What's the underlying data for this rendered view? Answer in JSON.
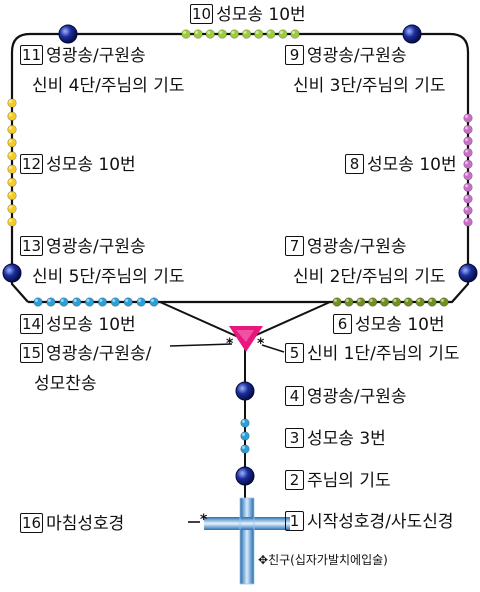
{
  "colors": {
    "frame": "#111111",
    "large_bead": "#1a237e",
    "decade_top": "#9ccc3c",
    "decade_right": "#c86fc8",
    "decade_bottom_right": "#6f8f1f",
    "decade_bottom_left": "#2c9fd9",
    "decade_left": "#f3cc2a",
    "stem_beads": "#2c9fd9",
    "triangle": "#e8177d",
    "cross": "#3d88c9"
  },
  "icons": {
    "medal": "triangle-medal-icon",
    "cross": "crucifix-icon",
    "plus": "plus-cross-icon"
  },
  "steps": [
    {
      "n": "1",
      "lines": [
        "시작성호경/사도신경"
      ]
    },
    {
      "n": "2",
      "lines": [
        "주님의 기도"
      ]
    },
    {
      "n": "3",
      "lines": [
        "성모송 3번"
      ]
    },
    {
      "n": "4",
      "lines": [
        "영광송/구원송"
      ]
    },
    {
      "n": "5",
      "lines": [
        "신비 1단/주님의 기도"
      ]
    },
    {
      "n": "6",
      "lines": [
        "성모송 10번"
      ]
    },
    {
      "n": "7",
      "lines": [
        "영광송/구원송",
        "신비 2단/주님의 기도"
      ]
    },
    {
      "n": "8",
      "lines": [
        "성모송 10번"
      ]
    },
    {
      "n": "9",
      "lines": [
        "영광송/구원송",
        "신비 3단/주님의  기도"
      ]
    },
    {
      "n": "10",
      "lines": [
        "성모송 10번"
      ]
    },
    {
      "n": "11",
      "lines": [
        "영광송/구원송",
        "신비 4단/주님의  기도"
      ]
    },
    {
      "n": "12",
      "lines": [
        "성모송 10번"
      ]
    },
    {
      "n": "13",
      "lines": [
        "영광송/구원송",
        "신비 5단/주님의 기도"
      ]
    },
    {
      "n": "14",
      "lines": [
        "성모송 10번"
      ]
    },
    {
      "n": "15",
      "lines": [
        "영광송/구원송/",
        "성모찬송"
      ]
    },
    {
      "n": "16",
      "lines": [
        "마침성호경"
      ]
    }
  ],
  "note": {
    "symbol": "✥",
    "text": "친구(십자가발치에입술)"
  },
  "markers": {
    "star": "*"
  }
}
